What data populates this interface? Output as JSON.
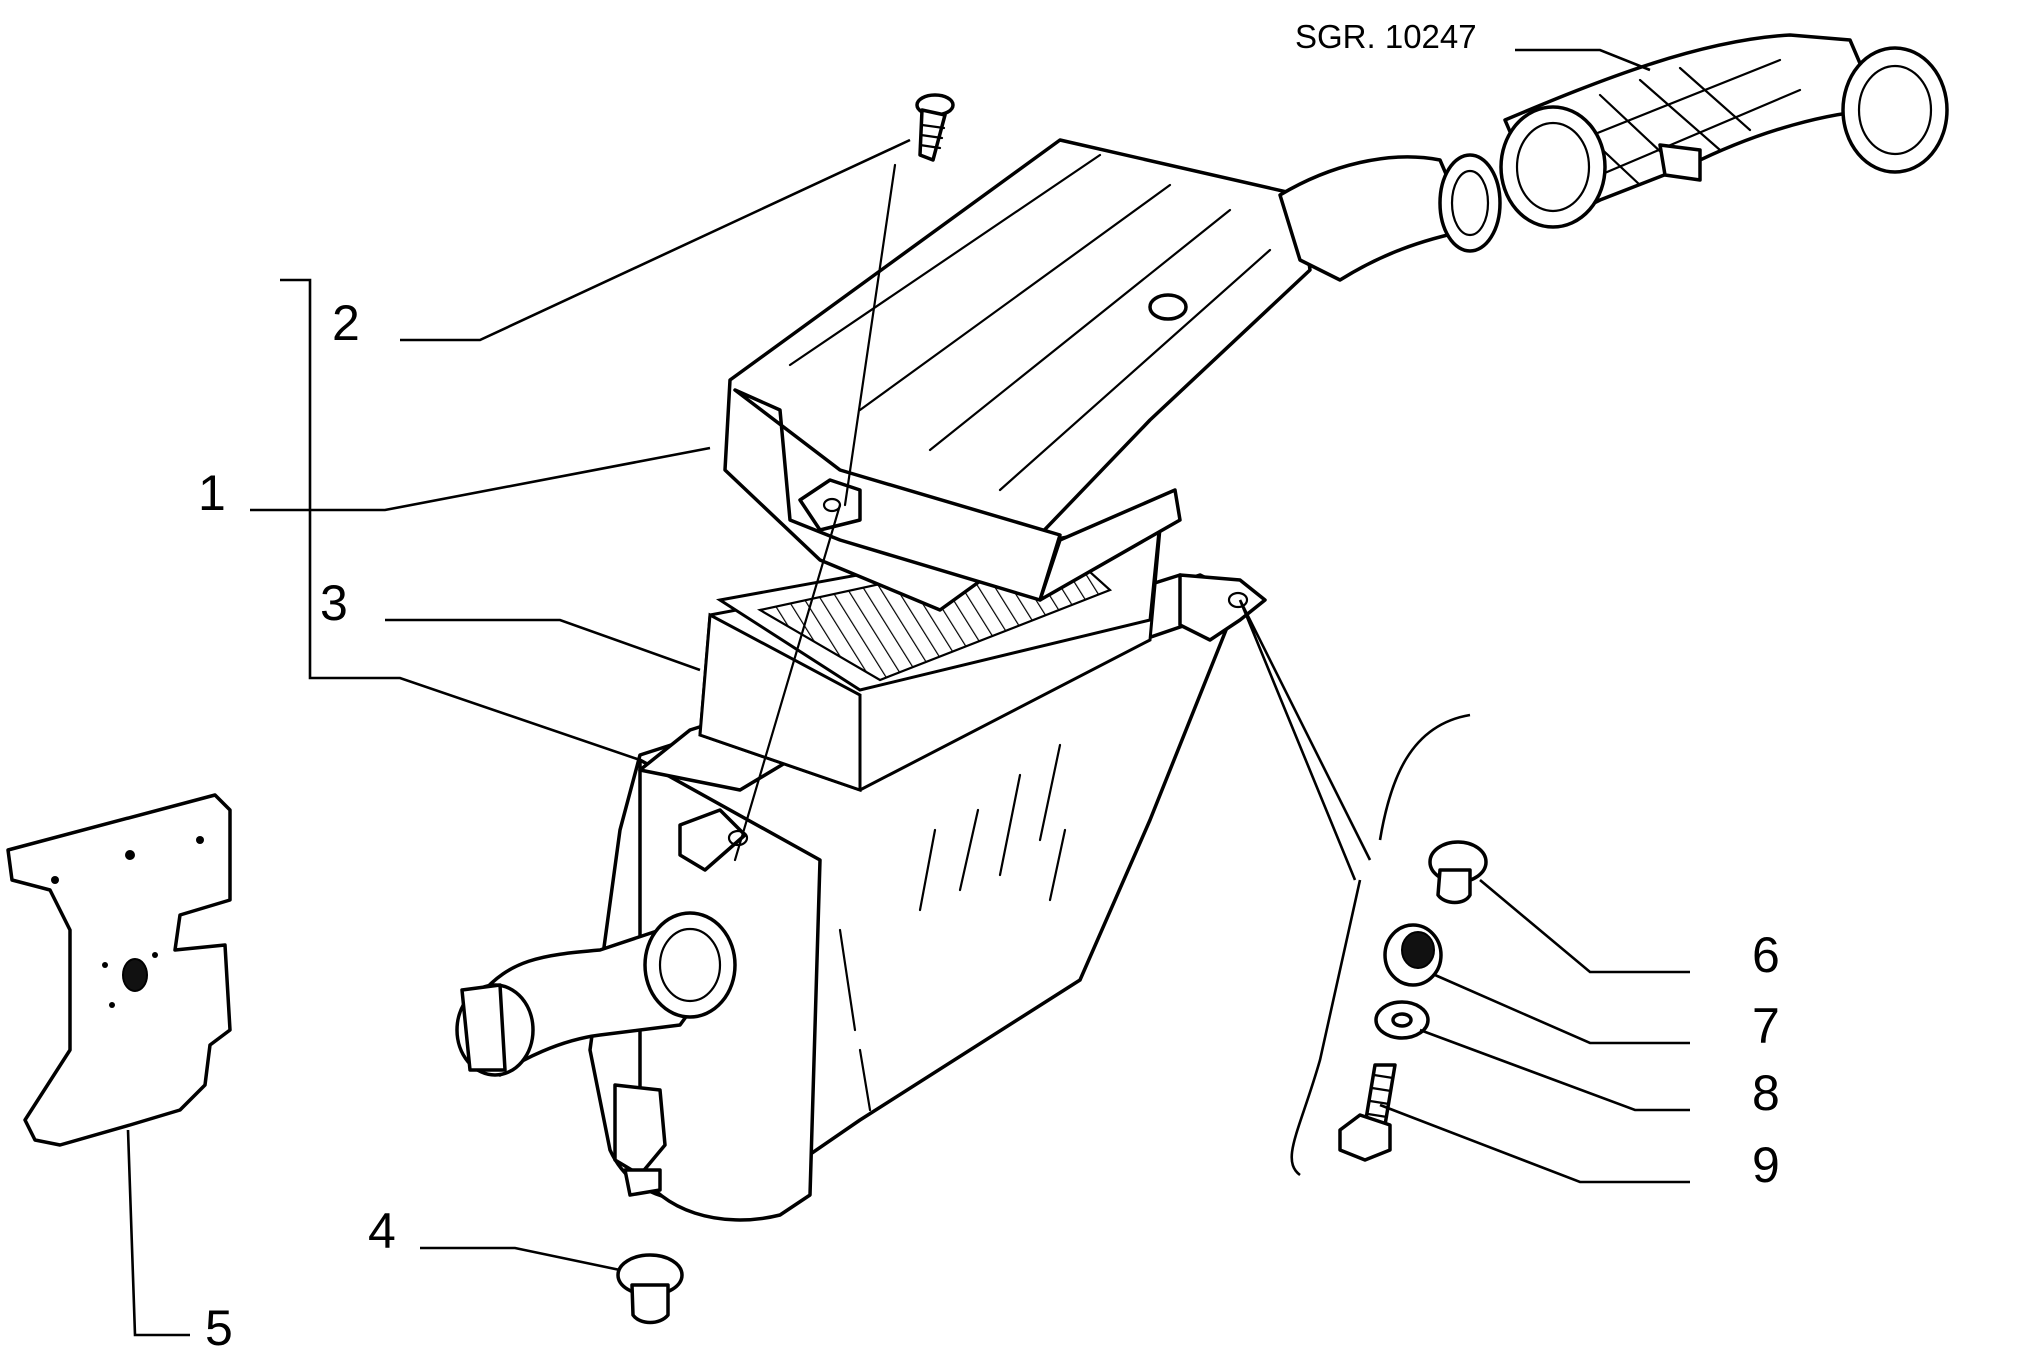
{
  "drawing_ref": "SGR. 10247",
  "callouts": {
    "c1": "1",
    "c2": "2",
    "c3": "3",
    "c4": "4",
    "c5": "5",
    "c6": "6",
    "c7": "7",
    "c8": "8",
    "c9": "9"
  }
}
